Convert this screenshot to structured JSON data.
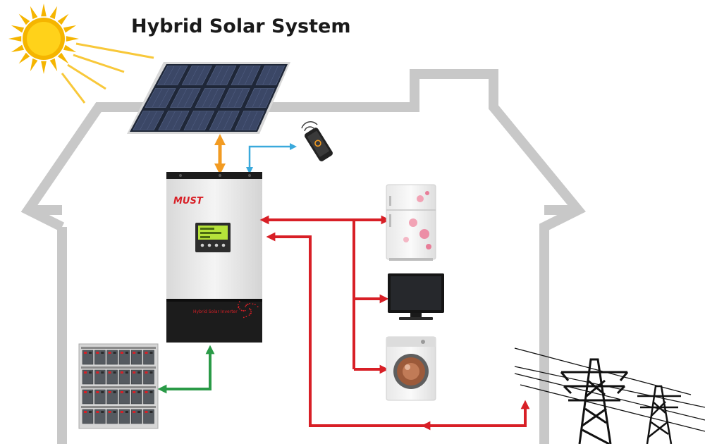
{
  "title": "Hybrid Solar System",
  "inverter": {
    "brand": "MUST",
    "label": "Hybrid Solar Inverter"
  },
  "colors": {
    "house_outline": "#c8c8c8",
    "pv_arrow": "#f29b22",
    "wifi_arrow": "#3aa9dc",
    "ac_arrow": "#d81f26",
    "battery_arrow": "#2a9a47",
    "sun": "#f5b500"
  },
  "icons": [
    "sun-icon",
    "solar-panel-icon",
    "smartphone-icon",
    "inverter-icon",
    "refrigerator-icon",
    "television-icon",
    "washing-machine-icon",
    "battery-bank-icon",
    "power-tower-icon"
  ]
}
